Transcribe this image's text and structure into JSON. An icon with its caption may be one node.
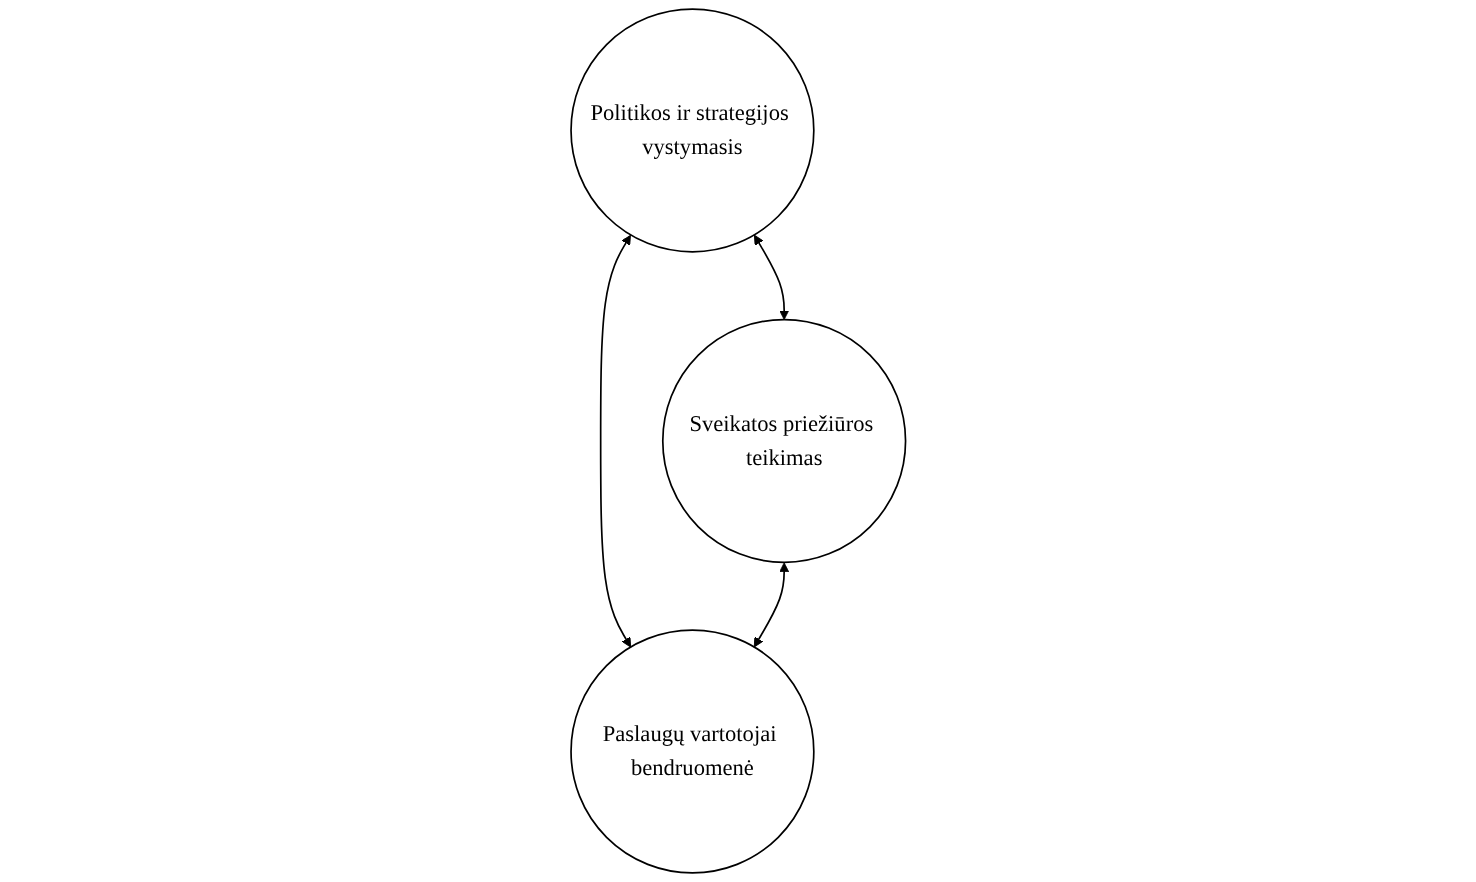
{
  "diagram": {
    "nodes": [
      {
        "text": [
          "Politikos ir strategijos vystymasis"
        ]
      },
      {
        "text": [
          "Sveikatos priežiūros teikimas"
        ]
      },
      {
        "text": [
          "Paslaugų vartotojai bendruomenė"
        ]
      }
    ],
    "edges": [
      {
        "from": 0,
        "to": 1,
        "arrow": "both"
      },
      {
        "from": 0,
        "to": 2,
        "arrow": "both"
      },
      {
        "from": 1,
        "to": 2,
        "arrow": "both"
      }
    ]
  }
}
